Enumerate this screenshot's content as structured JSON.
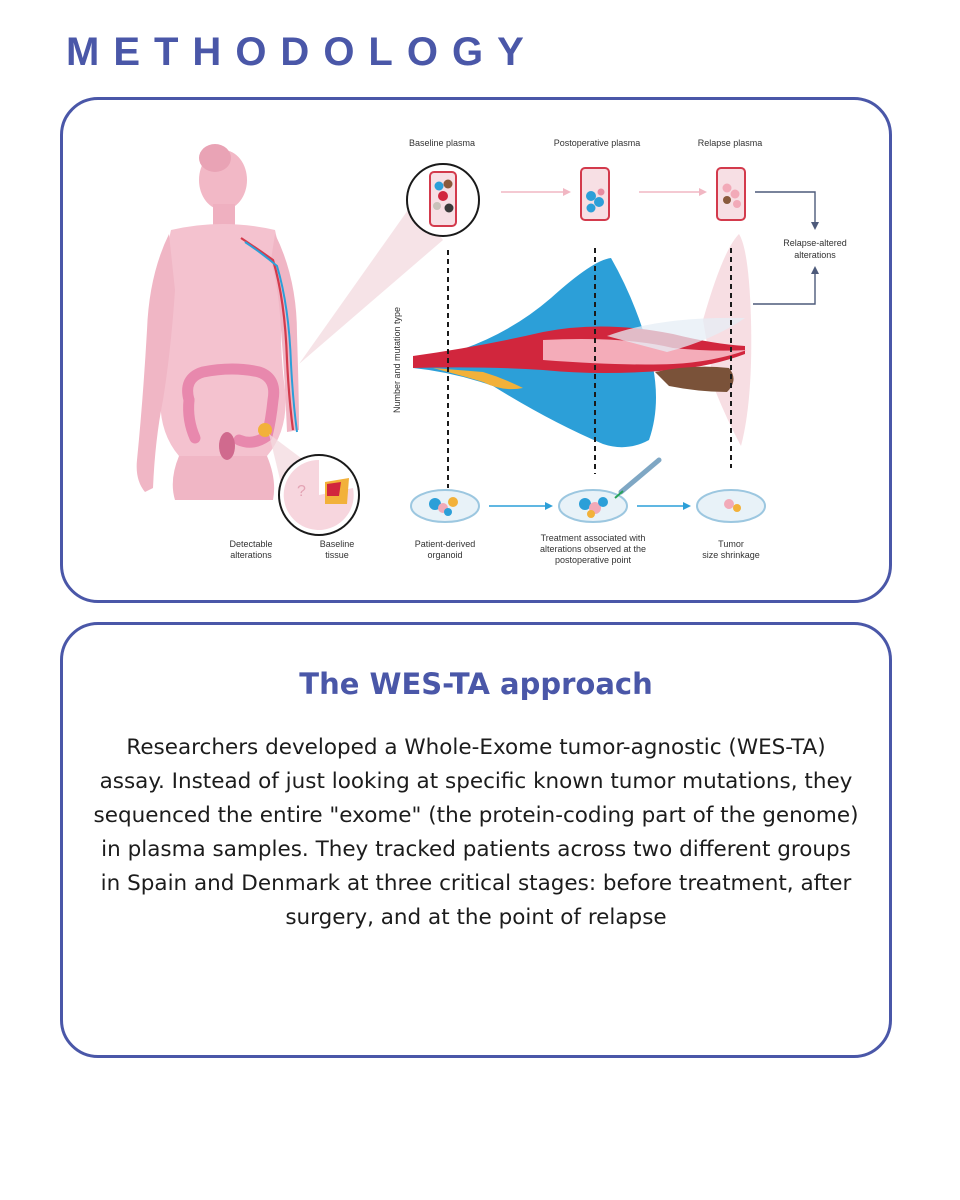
{
  "heading": "METHODOLOGY",
  "figure": {
    "stages": [
      "Baseline plasma",
      "Postoperative plasma",
      "Relapse plasma"
    ],
    "y_axis_label": "Number and mutation type",
    "relapse_label_line1": "Relapse-altered",
    "relapse_label_line2": "alterations",
    "detectable_line1": "Detectable",
    "detectable_line2": "alterations",
    "baseline_tissue_line1": "Baseline",
    "baseline_tissue_line2": "tissue",
    "organoid_line1": "Patient-derived",
    "organoid_line2": "organoid",
    "treatment_line1": "Treatment associated with",
    "treatment_line2": "alterations observed at the",
    "treatment_line3": "postoperative point",
    "tumor_line1": "Tumor",
    "tumor_line2": "size shrinkage",
    "question_mark": "?"
  },
  "approach": {
    "title": "The WES-TA approach",
    "body": "Researchers developed a Whole-Exome tumor-agnostic (WES-TA) assay. Instead of just looking at specific known tumor mutations, they sequenced the entire \"exome\" (the protein-coding part of the genome) in plasma samples. They tracked patients across two different groups in Spain and Denmark at three critical stages: before treatment, after surgery, and at the point of relapse"
  },
  "colors": {
    "accent": "#4a57a8",
    "body_pink": "#f2b8c6",
    "vessel_red": "#d33a4c",
    "blue_cells": "#2c9fd8"
  }
}
